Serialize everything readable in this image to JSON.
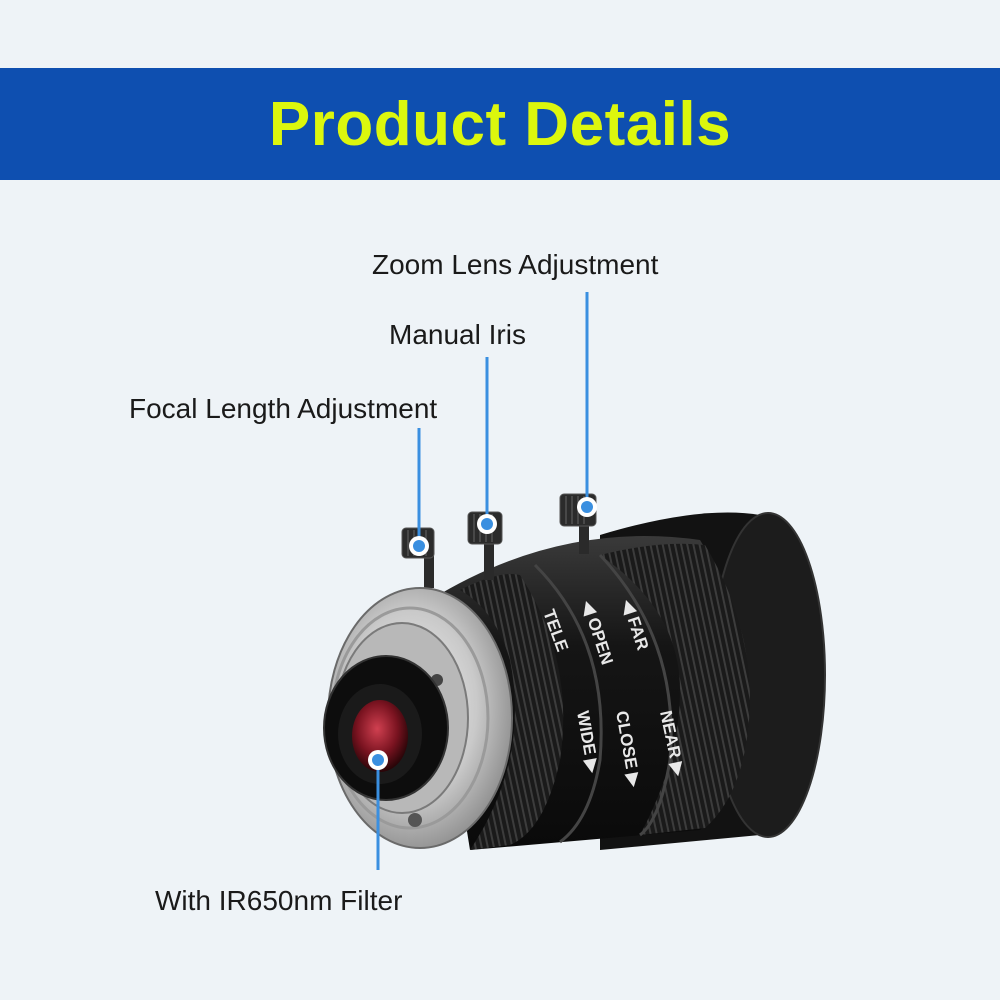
{
  "header": {
    "title": "Product Details"
  },
  "callouts": {
    "zoom": "Zoom Lens Adjustment",
    "iris": "Manual Iris",
    "focal": "Focal Length Adjustment",
    "filter": "With IR650nm Filter"
  },
  "lens_markings": {
    "far": "◀ FAR",
    "near": "NEAR ▶",
    "open": "◀ OPEN",
    "close": "CLOSE ▶",
    "tele": "TELE",
    "wide": "WIDE ▶"
  },
  "colors": {
    "banner": "#0e4fb0",
    "title": "#dcf70d",
    "callout_line": "#3a8fe0"
  }
}
